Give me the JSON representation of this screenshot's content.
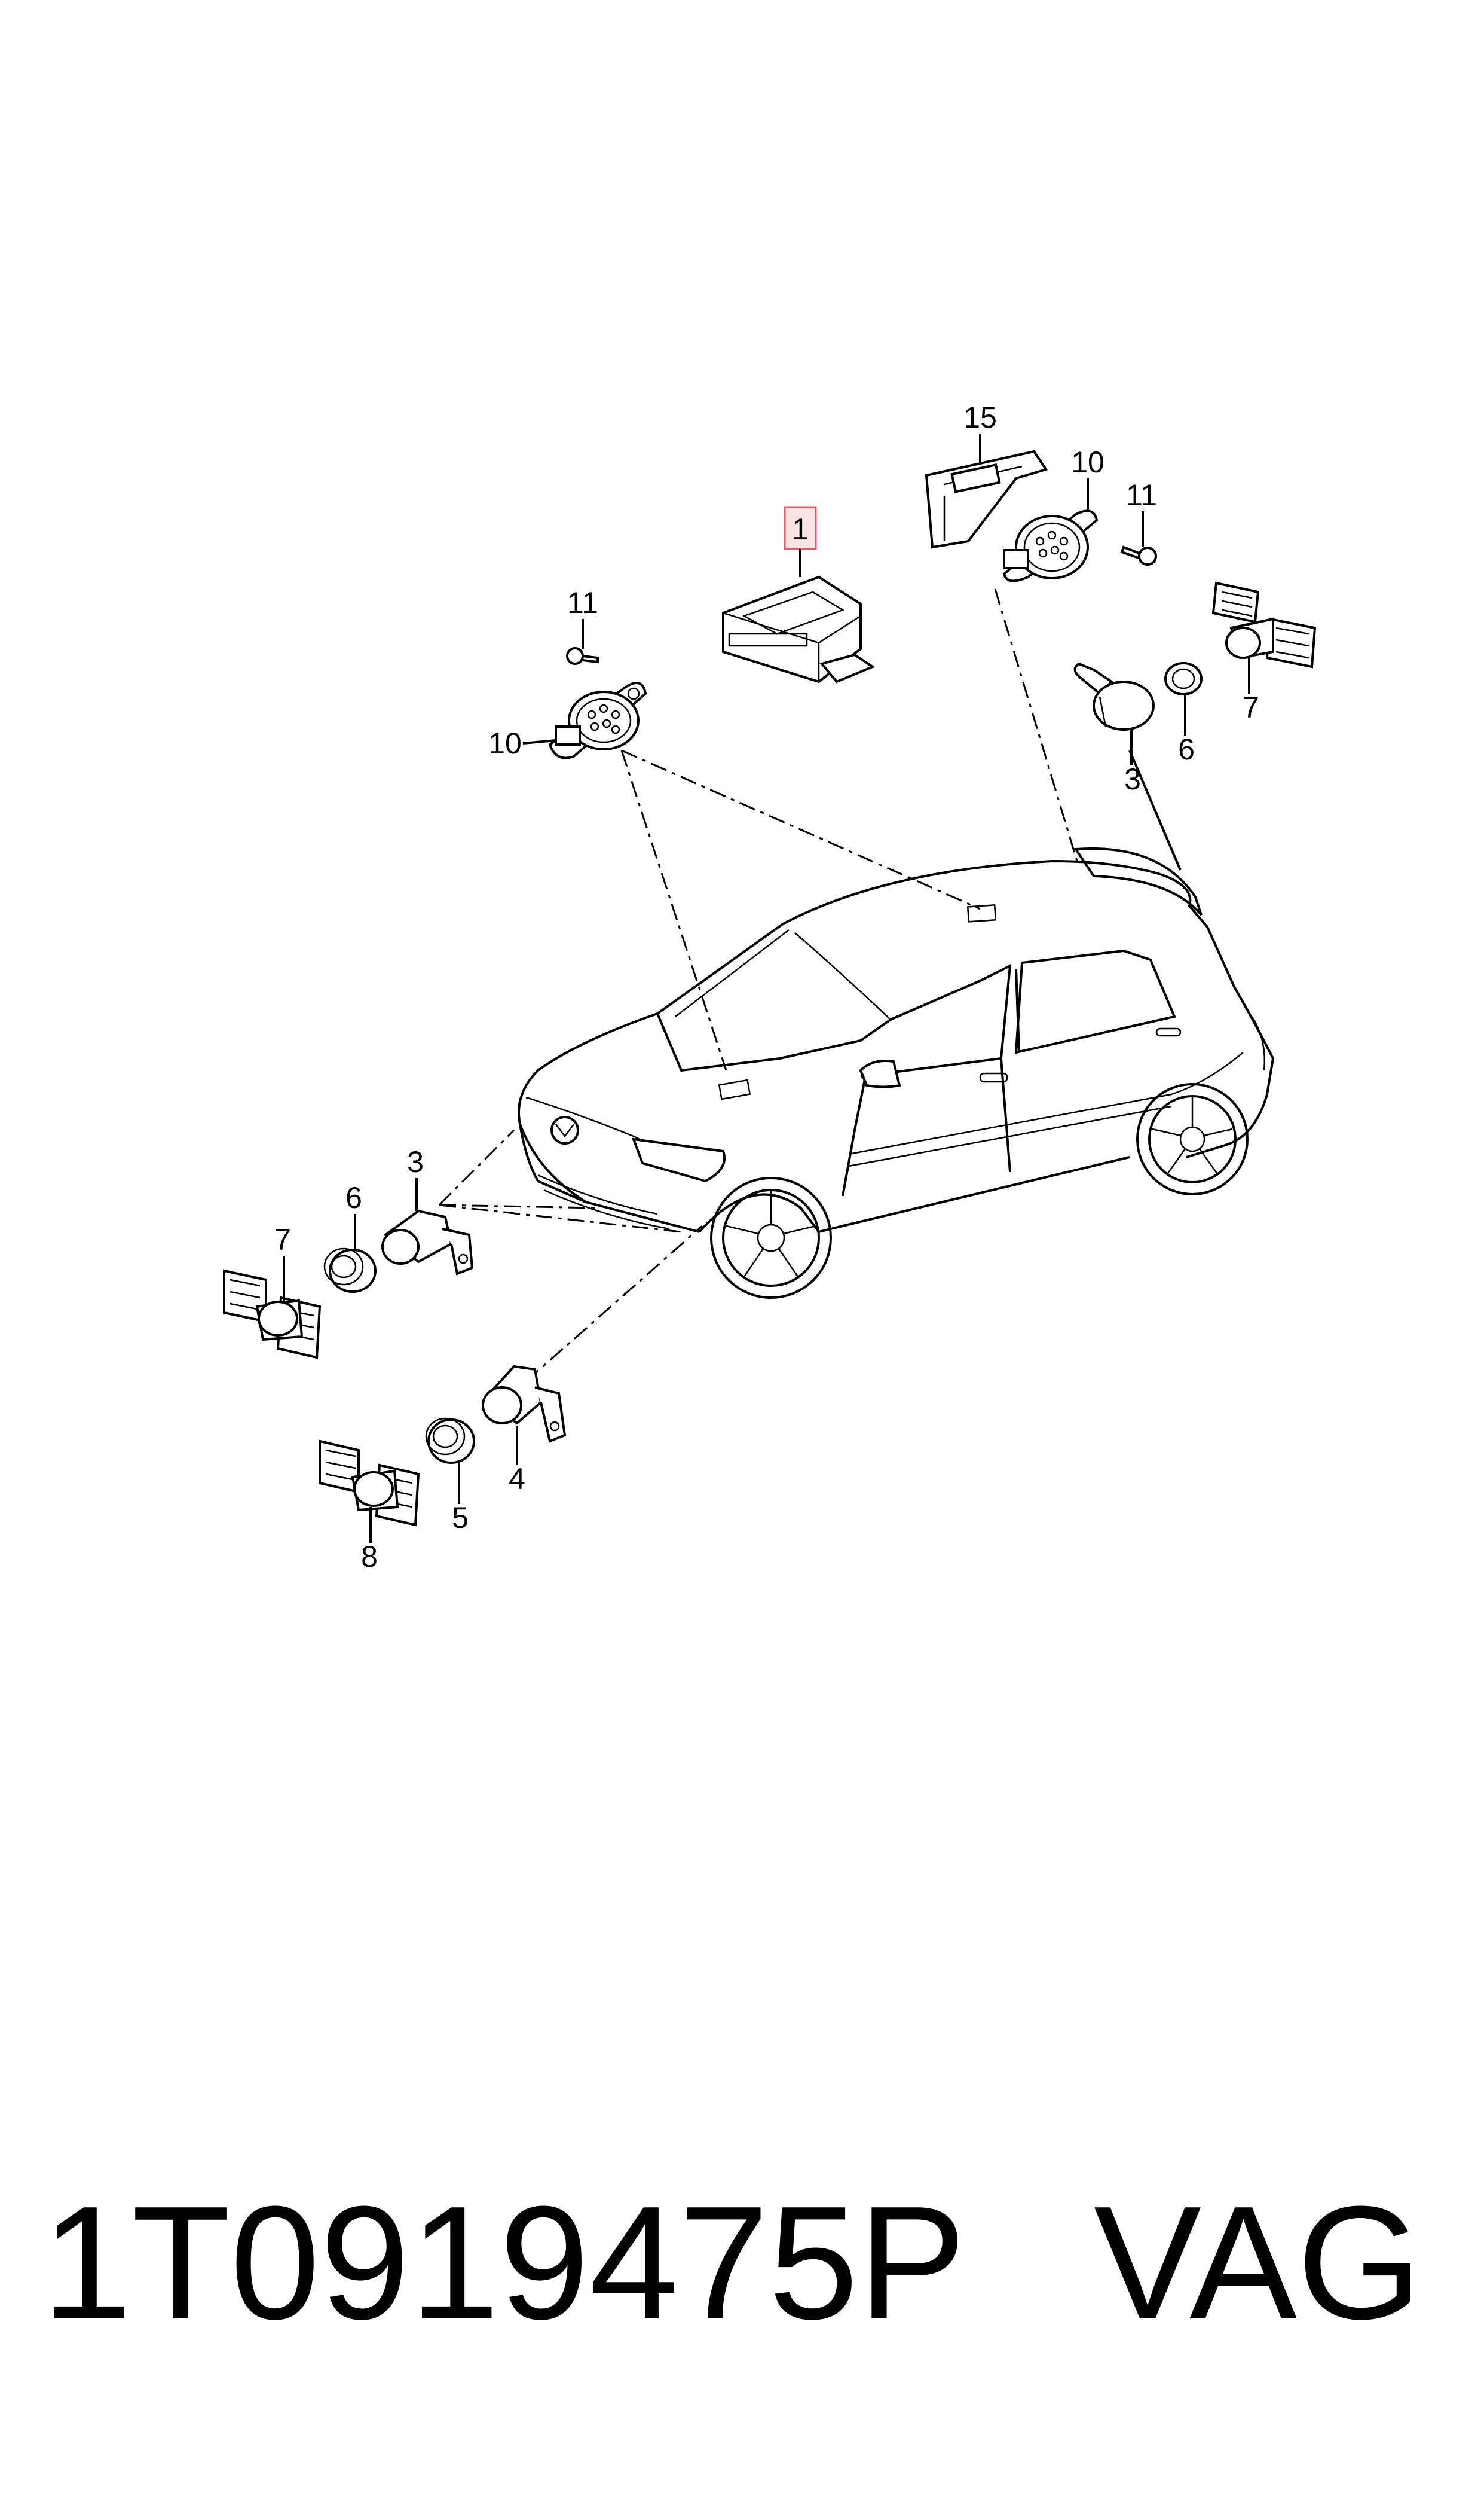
{
  "callouts": {
    "c1": "1",
    "c15": "15",
    "c10_right": "10",
    "c11_right": "11",
    "c11_left": "11",
    "c10_left": "10",
    "c7_right": "7",
    "c6_right": "6",
    "c3_right": "3",
    "c3_left": "3",
    "c6_left": "6",
    "c7_left": "7",
    "c4": "4",
    "c5": "5",
    "c8": "8"
  },
  "footer": {
    "part_number": "1T0919475P",
    "brand": "VAG"
  },
  "colors": {
    "highlight_fill": "#fbe4e6",
    "highlight_stroke": "#e0606a",
    "line": "#000000"
  }
}
